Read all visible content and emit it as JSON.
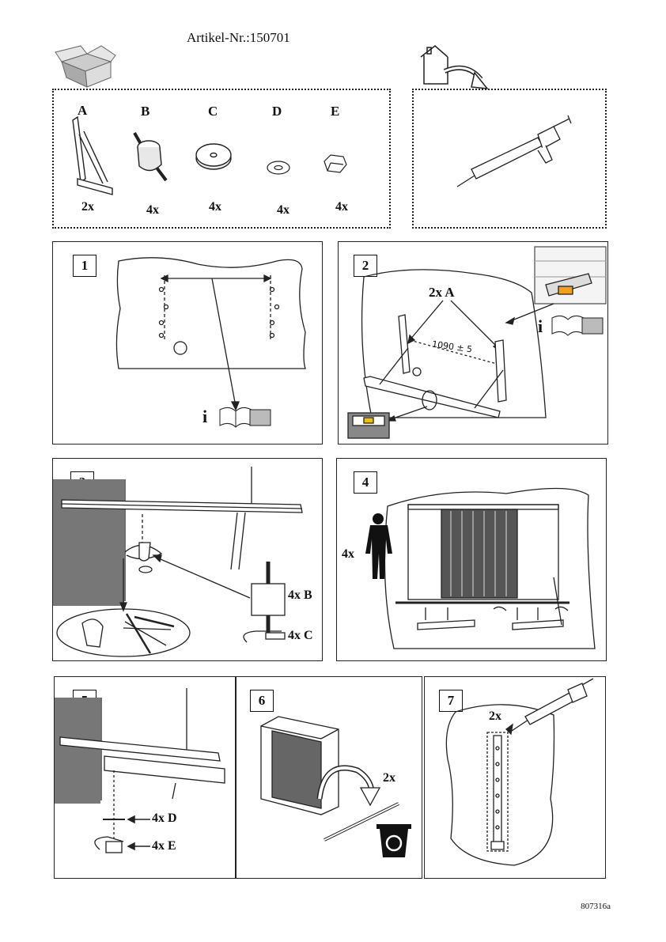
{
  "header": {
    "article": "Artikel-Nr.:150701"
  },
  "parts": [
    {
      "letter": "A",
      "qty": "2x"
    },
    {
      "letter": "B",
      "qty": "4x"
    },
    {
      "letter": "C",
      "qty": "4x"
    },
    {
      "letter": "D",
      "qty": "4x"
    },
    {
      "letter": "E",
      "qty": "4x"
    }
  ],
  "steps": {
    "s1": {
      "number": "1",
      "info": "i"
    },
    "s2": {
      "number": "2",
      "label": "2x A",
      "dimension": "1090 ± 5",
      "info": "i"
    },
    "s3": {
      "number": "3",
      "label_b": "4x B",
      "label_c": "4x C"
    },
    "s4": {
      "number": "4",
      "persons": "4x"
    },
    "s5": {
      "number": "5",
      "label_d": "4x D",
      "label_e": "4x E"
    },
    "s6": {
      "number": "6",
      "qty": "2x"
    },
    "s7": {
      "number": "7",
      "qty": "2x"
    }
  },
  "footer": {
    "code": "807316a"
  }
}
